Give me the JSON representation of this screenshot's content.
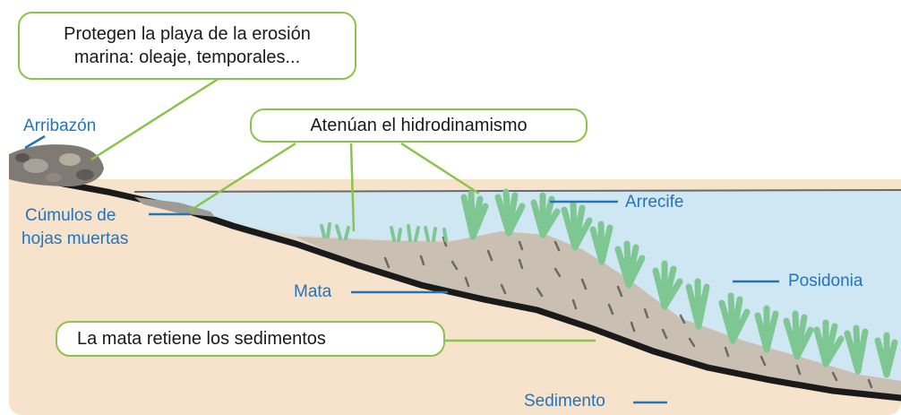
{
  "callouts": {
    "protegen_line1": "Protegen la playa de la erosión",
    "protegen_line2": "marina: oleaje, temporales...",
    "atenuan": "Atenúan el hidrodinamismo",
    "retiene": "La mata retiene los sedimentos"
  },
  "labels": {
    "arribazon": "Arribazón",
    "cumulos_line1": "Cúmulos de",
    "cumulos_line2": "hojas muertas",
    "arrecife": "Arrecife",
    "mata": "Mata",
    "posidonia": "Posidonia",
    "sedimento": "Sedimento"
  },
  "colors": {
    "water": "#cfe6f3",
    "sand": "#f7e3cc",
    "mata": "#c9bfb2",
    "seafloor_line": "#1a1a1a",
    "posidonia": "#7ec792",
    "callout_border": "#8cc34a",
    "label_text": "#2574b8"
  }
}
